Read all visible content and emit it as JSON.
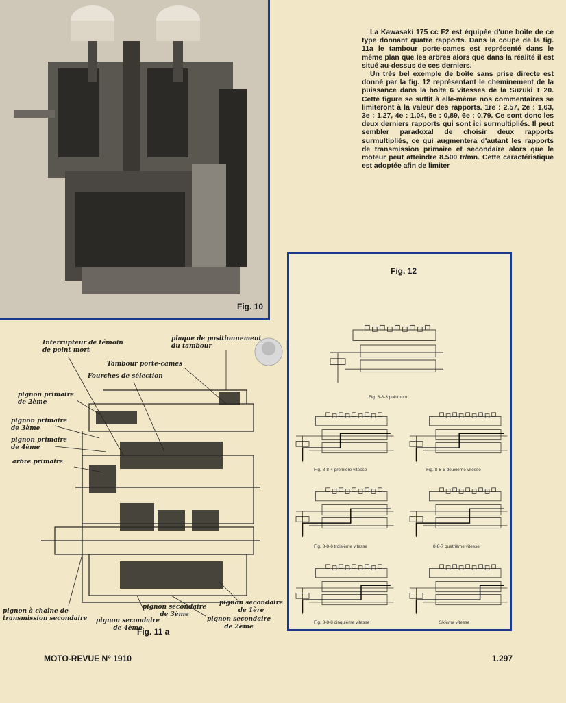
{
  "article": {
    "paragraphs": [
      "La Kawasaki 175 cc F2 est équipée d'une boîte de ce type donnant quatre rapports. Dans la coupe de la fig. 11a le tambour porte-cames est représenté dans le même plan que les arbres alors que dans la réalité il est situé au-dessus de ces derniers.",
      "Un très bel exemple de boîte sans prise directe est donné par la fig. 12 représentant le cheminement de la puissance dans la boîte 6 vitesses de la Suzuki T 20. Cette figure se suffit à elle-même nos commentaires se limiteront à la valeur des rapports. 1re : 2,57, 2e : 1,63, 3e : 1,27, 4e : 1,04, 5e : 0,89, 6e : 0,79. Ce sont donc les deux derniers rapports qui sont ici surmultipliés. Il peut sembler paradoxal de choisir deux rapports surmultipliés, ce qui augmentera d'autant les rapports de transmission primaire et secondaire alors que le moteur peut atteindre 8.500 tr/mn. Cette caractéristique est adoptée afin de limiter"
    ]
  },
  "figures": {
    "fig10": "Fig. 10",
    "fig11a": "Fig. 11 a",
    "fig12": "Fig. 12"
  },
  "fig11a_annotations": {
    "interrupteur": "Interrupteur de témoin\nde point mort",
    "plaque": "plaque de positionnement\ndu tambour",
    "tambour": "Tambour porte-cames",
    "fourches": "Fourches de sélection",
    "pignon_2eme": "pignon primaire\nde 2ème",
    "pignon_3eme": "pignon primaire\nde 3ème",
    "pignon_4eme": "pignon primaire\nde 4ème",
    "arbre": "arbre primaire",
    "pignon_chaine": "pignon à chaîne de\ntransmission secondaire",
    "sec_4eme": "pignon secondaire\nde 4ème",
    "sec_3eme": "pignon secondaire\nde 3ème",
    "sec_1ere": "pignon secondaire\nde 1ère",
    "sec_2eme": "pignon secondaire\nde 2ème"
  },
  "fig12_captions": [
    "Fig. 8-8-3 point mort",
    "Fig. 8-8-4 première vitesse",
    "Fig. 8-8-5 deuxième vitesse",
    "Fig. 8-8-6 troisième vitesse",
    "8-8-7 quatrième vitesse",
    "Fig. 8-8-8 cinquième vitesse",
    "Sixième vitesse"
  ],
  "footer": {
    "left": "MOTO-REVUE N° 1910",
    "right": "1.297"
  }
}
